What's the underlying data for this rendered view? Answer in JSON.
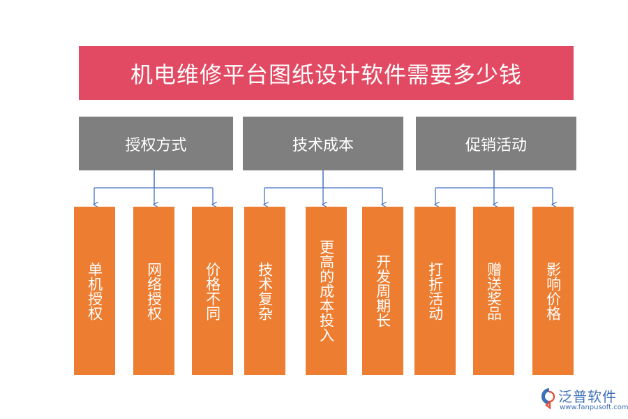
{
  "title": "机电维修平台图纸设计软件需要多少钱",
  "categories": [
    {
      "label": "授权方式",
      "items": [
        "单机授权",
        "网络授权",
        "价格不同"
      ]
    },
    {
      "label": "技术成本",
      "items": [
        "技术复杂",
        "更高的成本投入",
        "开发周期长"
      ]
    },
    {
      "label": "促销活动",
      "items": [
        "打折活动",
        "赠送奖品",
        "影响价格"
      ]
    }
  ],
  "logo": {
    "brand": "泛普软件",
    "url": "www.fanpusoft.com"
  },
  "colors": {
    "title": "#e24a63",
    "category": "#7f7f7f",
    "leaf": "#ed7d31",
    "connector": "#4472c4"
  }
}
